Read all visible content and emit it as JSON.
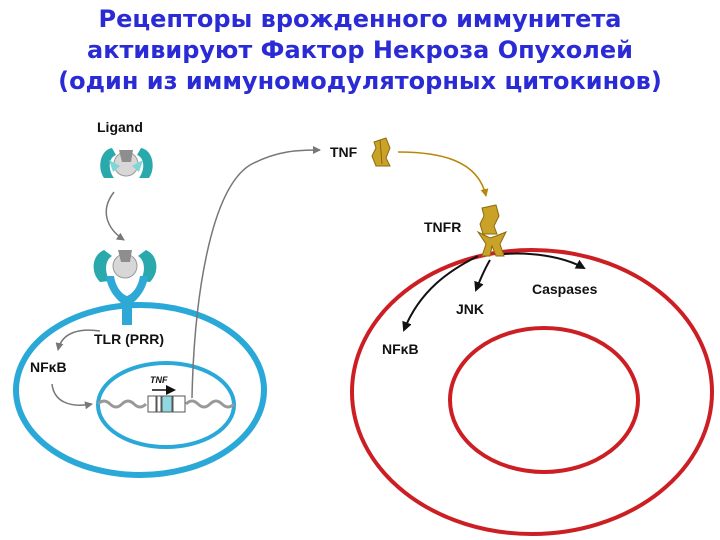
{
  "title": {
    "line1": "Рецепторы врожденного иммунитета",
    "line2": "активируют Фактор Некроза Опухолей",
    "line3": "(один из иммуномодуляторных цитокинов)"
  },
  "labels": {
    "ligand": "Ligand",
    "tlr": "TLR (PRR)",
    "nfkb_left": "NFκB",
    "tnf_gene": "TNF",
    "tnf": "TNF",
    "tnfr": "TNFR",
    "caspases": "Caspases",
    "jnk": "JNK",
    "nfkb_right": "NFκB"
  },
  "colors": {
    "title": "#2b2bd6",
    "cell_left": "#22a7d4",
    "cell_right": "#cc1f24",
    "ligand": "#3fb8c0",
    "receptor": "#2ea9d6",
    "tnf": "#c9a227",
    "arrow_gray": "#777777",
    "arrow_gold": "#b8860b"
  }
}
